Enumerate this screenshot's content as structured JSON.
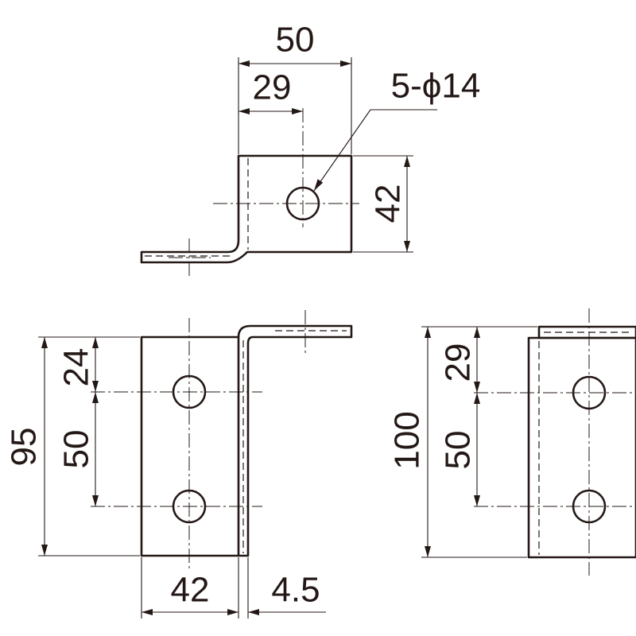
{
  "dimensions": {
    "top_width": "50",
    "top_hole_offset": "29",
    "hole_callout": "5-ϕ14",
    "top_height": "42",
    "left_overall_height": "95",
    "left_top_offset": "24",
    "left_hole_pitch": "50",
    "left_width": "42",
    "left_thickness": "4.5",
    "right_overall_height": "100",
    "right_top_offset": "29",
    "right_hole_pitch": "50"
  },
  "colors": {
    "line": "#231815",
    "background": "#ffffff"
  }
}
